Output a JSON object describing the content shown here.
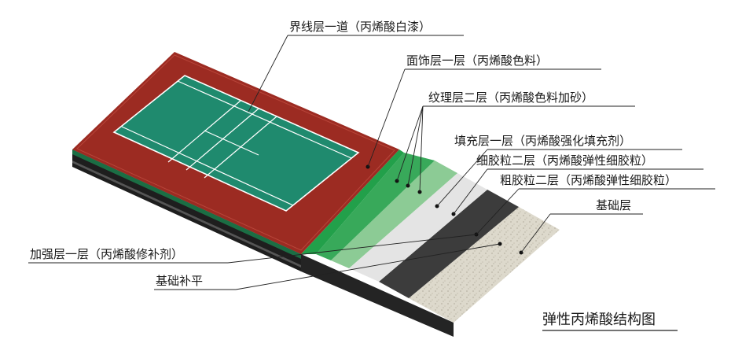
{
  "title": "弹性丙烯酸结构图",
  "labels": {
    "boundary_line": "界线层一道（丙烯酸白漆）",
    "surface": "面饰层一层（丙烯酸色料）",
    "texture": "纹理层二层（丙烯酸色料加砂）",
    "filler": "填充层一层（丙烯酸强化填充剂）",
    "fine_granule": "细胶粒二层（丙烯酸弹性细胶粒）",
    "coarse_granule": "粗胶粒二层（丙烯酸弹性细胶粒）",
    "base": "基础层",
    "reinforce": "加强层一层（丙烯酸修补剂）",
    "base_leveling": "基础补平"
  },
  "colors": {
    "court_red": "#9c2b22",
    "court_green": "#1f8a6e",
    "court_lines": "#ffffff",
    "surface_green": "#22a04a",
    "texture_green": "#38a95a",
    "filler_green": "#8ccb95",
    "fine_granule": "#e4e4e4",
    "coarse_granule": "#3c3c3c",
    "base_stone": "#ddd9cc",
    "base_dark": "#2a2a2a"
  }
}
